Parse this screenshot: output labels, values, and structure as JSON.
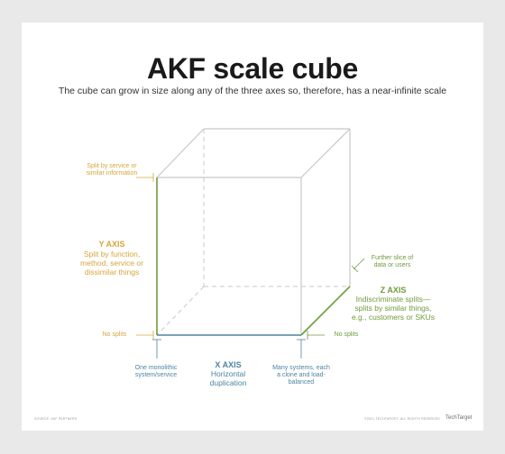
{
  "title": "AKF scale cube",
  "subtitle": "The cube can grow in size along any of the three axes so, therefore, has a near-infinite scale",
  "y_axis": {
    "top_label": "Split by service or similar information",
    "name": "Y AXIS",
    "description": "Split by function, method, service or dissimilar things",
    "bottom_label": "No splits",
    "color": "#d6a63a"
  },
  "x_axis": {
    "left_label": "One monolithic system/service",
    "name": "X AXIS",
    "description": "Horizontal duplication",
    "right_label": "Many systems, each a clone and load-balanced",
    "color": "#4d83a3"
  },
  "z_axis": {
    "top_label": "Further slice of data or users",
    "name": "Z AXIS",
    "description": "Indiscriminate splits—splits by similar things, e.g., customers or SKUs",
    "bottom_label": "No splits",
    "color": "#6f9a3c"
  },
  "footer": {
    "source": "SOURCE: AKF PARTNERS",
    "copyright": "©2021 TECHTARGET. ALL RIGHTS RESERVED",
    "brand": "TechTarget"
  }
}
